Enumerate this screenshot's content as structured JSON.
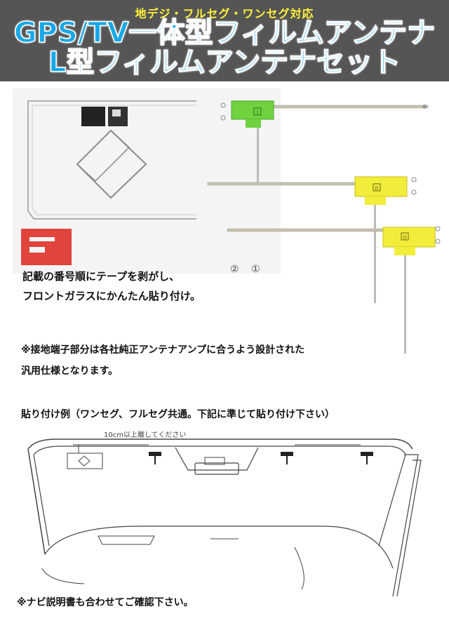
{
  "header": {
    "tagline": "地デジ・フルセグ・ワンセグ対応",
    "title_line1": "GPS/TV一体型フィルムアンテナ",
    "title_line2": "L型フィルムアンテナセット"
  },
  "photo": {
    "label_numbers": [
      "②",
      "①"
    ],
    "antenna_marks": [
      "I",
      "II",
      "II"
    ]
  },
  "instructions": {
    "line1": "記載の番号順にテープを剥がし、",
    "line2": "フロントガラスにかんたん貼り付け。"
  },
  "note": {
    "line1": "※接地端子部分は各社純正アンテナアンプに合うよう設計された",
    "line2": "汎用仕様となります。"
  },
  "example": {
    "title": "貼り付け例（ワンセグ、フルセグ共通。下記に準じて貼り付け下さい）",
    "distance_label": "10cm以上離してください"
  },
  "footer": {
    "note": "※ナビ説明書も合わせてご確認下さい。"
  },
  "colors": {
    "banner_bg": "#555555",
    "tagline": "#fff23a",
    "title": "#17a8e8",
    "connector_green": "#6fd23e",
    "connector_yellow": "#f2ec3a",
    "tape_red": "#e0443c"
  }
}
